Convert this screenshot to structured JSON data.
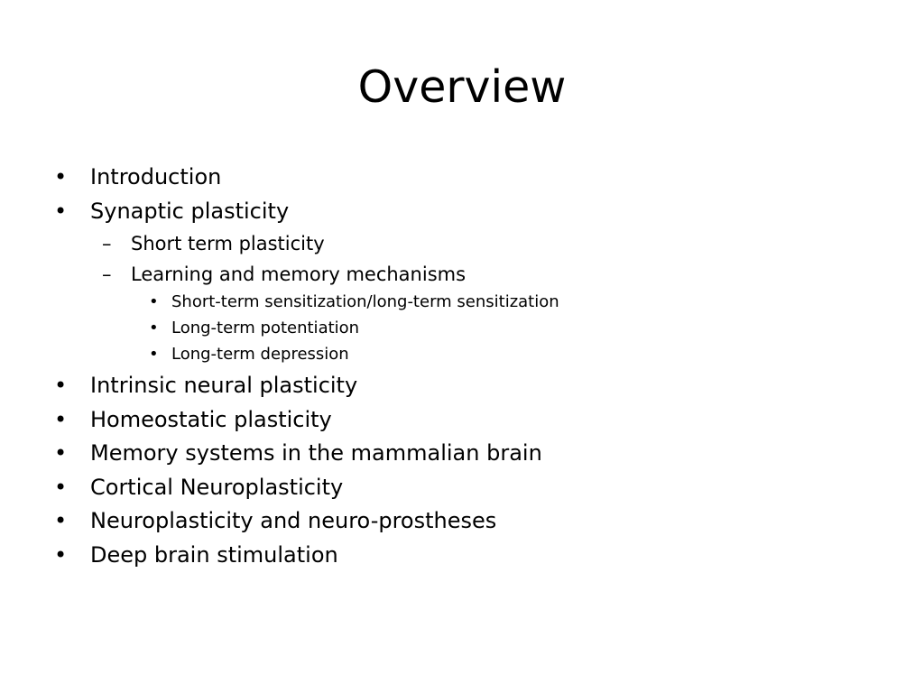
{
  "slide": {
    "title": "Overview",
    "level1_marker": "•",
    "level2_marker": "–",
    "level3_marker": "•",
    "items": [
      {
        "text": "Introduction"
      },
      {
        "text": "Synaptic plasticity"
      },
      {
        "text": "Short term plasticity"
      },
      {
        "text": "Learning and memory mechanisms"
      },
      {
        "text": "Short-term sensitization/long-term sensitization"
      },
      {
        "text": "Long-term potentiation"
      },
      {
        "text": "Long-term depression"
      },
      {
        "text": "Intrinsic neural plasticity"
      },
      {
        "text": "Homeostatic plasticity"
      },
      {
        "text": "Memory systems in the mammalian brain"
      },
      {
        "text": "Cortical Neuroplasticity"
      },
      {
        "text": "Neuroplasticity and neuro-prostheses"
      },
      {
        "text": "Deep brain stimulation"
      }
    ]
  }
}
